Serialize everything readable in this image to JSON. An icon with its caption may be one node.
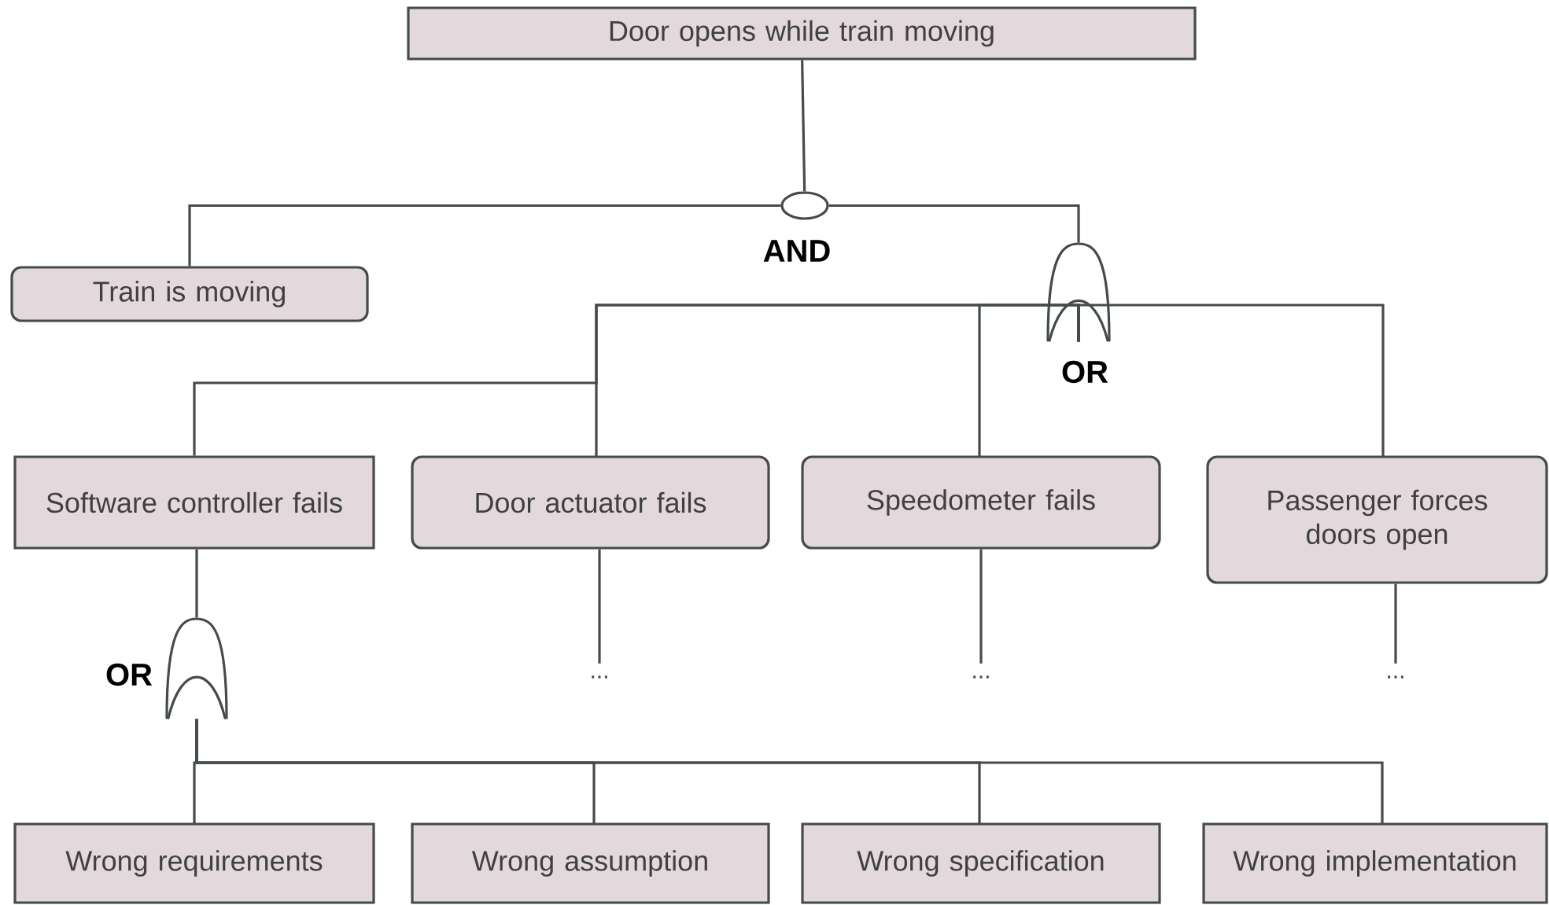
{
  "diagram": {
    "nodes": [
      {
        "text": [
          "Door opens while train moving"
        ]
      },
      {
        "text": [
          "AND"
        ]
      },
      {
        "text": [
          "Train is moving"
        ]
      },
      {
        "text": [
          "OR"
        ]
      },
      {
        "text": [
          "Software controller fails"
        ]
      },
      {
        "text": [
          "Door actuator fails"
        ]
      },
      {
        "text": [
          "Speedometer fails"
        ]
      },
      {
        "text": [
          "Passenger forces doors open"
        ]
      },
      {
        "text": [
          "..."
        ]
      },
      {
        "text": [
          "..."
        ]
      },
      {
        "text": [
          "..."
        ]
      },
      {
        "text": [
          "OR"
        ]
      },
      {
        "text": [
          "Wrong requirements"
        ]
      },
      {
        "text": [
          "Wrong assumption"
        ]
      },
      {
        "text": [
          "Wrong specification"
        ]
      },
      {
        "text": [
          "Wrong implementation"
        ]
      }
    ],
    "edges": [
      {
        "from": 0,
        "to": 1,
        "arrow": "none"
      },
      {
        "from": 1,
        "to": 2,
        "arrow": "none"
      },
      {
        "from": 1,
        "to": 3,
        "arrow": "none"
      },
      {
        "from": 3,
        "to": 4,
        "arrow": "none"
      },
      {
        "from": 3,
        "to": 5,
        "arrow": "none"
      },
      {
        "from": 3,
        "to": 6,
        "arrow": "none"
      },
      {
        "from": 3,
        "to": 7,
        "arrow": "none"
      },
      {
        "from": 5,
        "to": 8,
        "arrow": "none"
      },
      {
        "from": 6,
        "to": 9,
        "arrow": "none"
      },
      {
        "from": 7,
        "to": 10,
        "arrow": "none"
      },
      {
        "from": 4,
        "to": 11,
        "arrow": "none"
      },
      {
        "from": 11,
        "to": 12,
        "arrow": "none"
      },
      {
        "from": 11,
        "to": 13,
        "arrow": "none"
      },
      {
        "from": 11,
        "to": 14,
        "arrow": "none"
      },
      {
        "from": 11,
        "to": 15,
        "arrow": "none"
      }
    ]
  }
}
